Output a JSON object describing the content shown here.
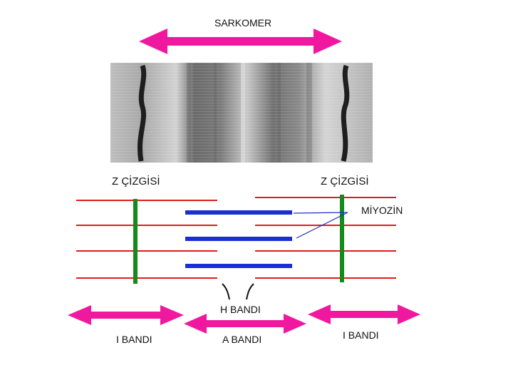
{
  "title": "SARKOMER",
  "labels": {
    "z_left": "Z ÇİZGİSİ",
    "z_right": "Z ÇİZGİSİ",
    "myosin": "MİYOZİN",
    "h_band": "H BANDI",
    "i_band_left": "I BANDI",
    "a_band": "A BANDI",
    "i_band_right": "I BANDI"
  },
  "colors": {
    "arrow": "#f0189e",
    "actin": "#e11b1b",
    "myosin": "#1a2ed1",
    "z_line": "#138a1a",
    "micrograph_light": "#cfcfcf",
    "micrograph_dark": "#2b2b2b"
  },
  "icons": {
    "micrograph": "sarcomere-electron-micrograph-image",
    "arrows": "double-headed-arrow"
  }
}
